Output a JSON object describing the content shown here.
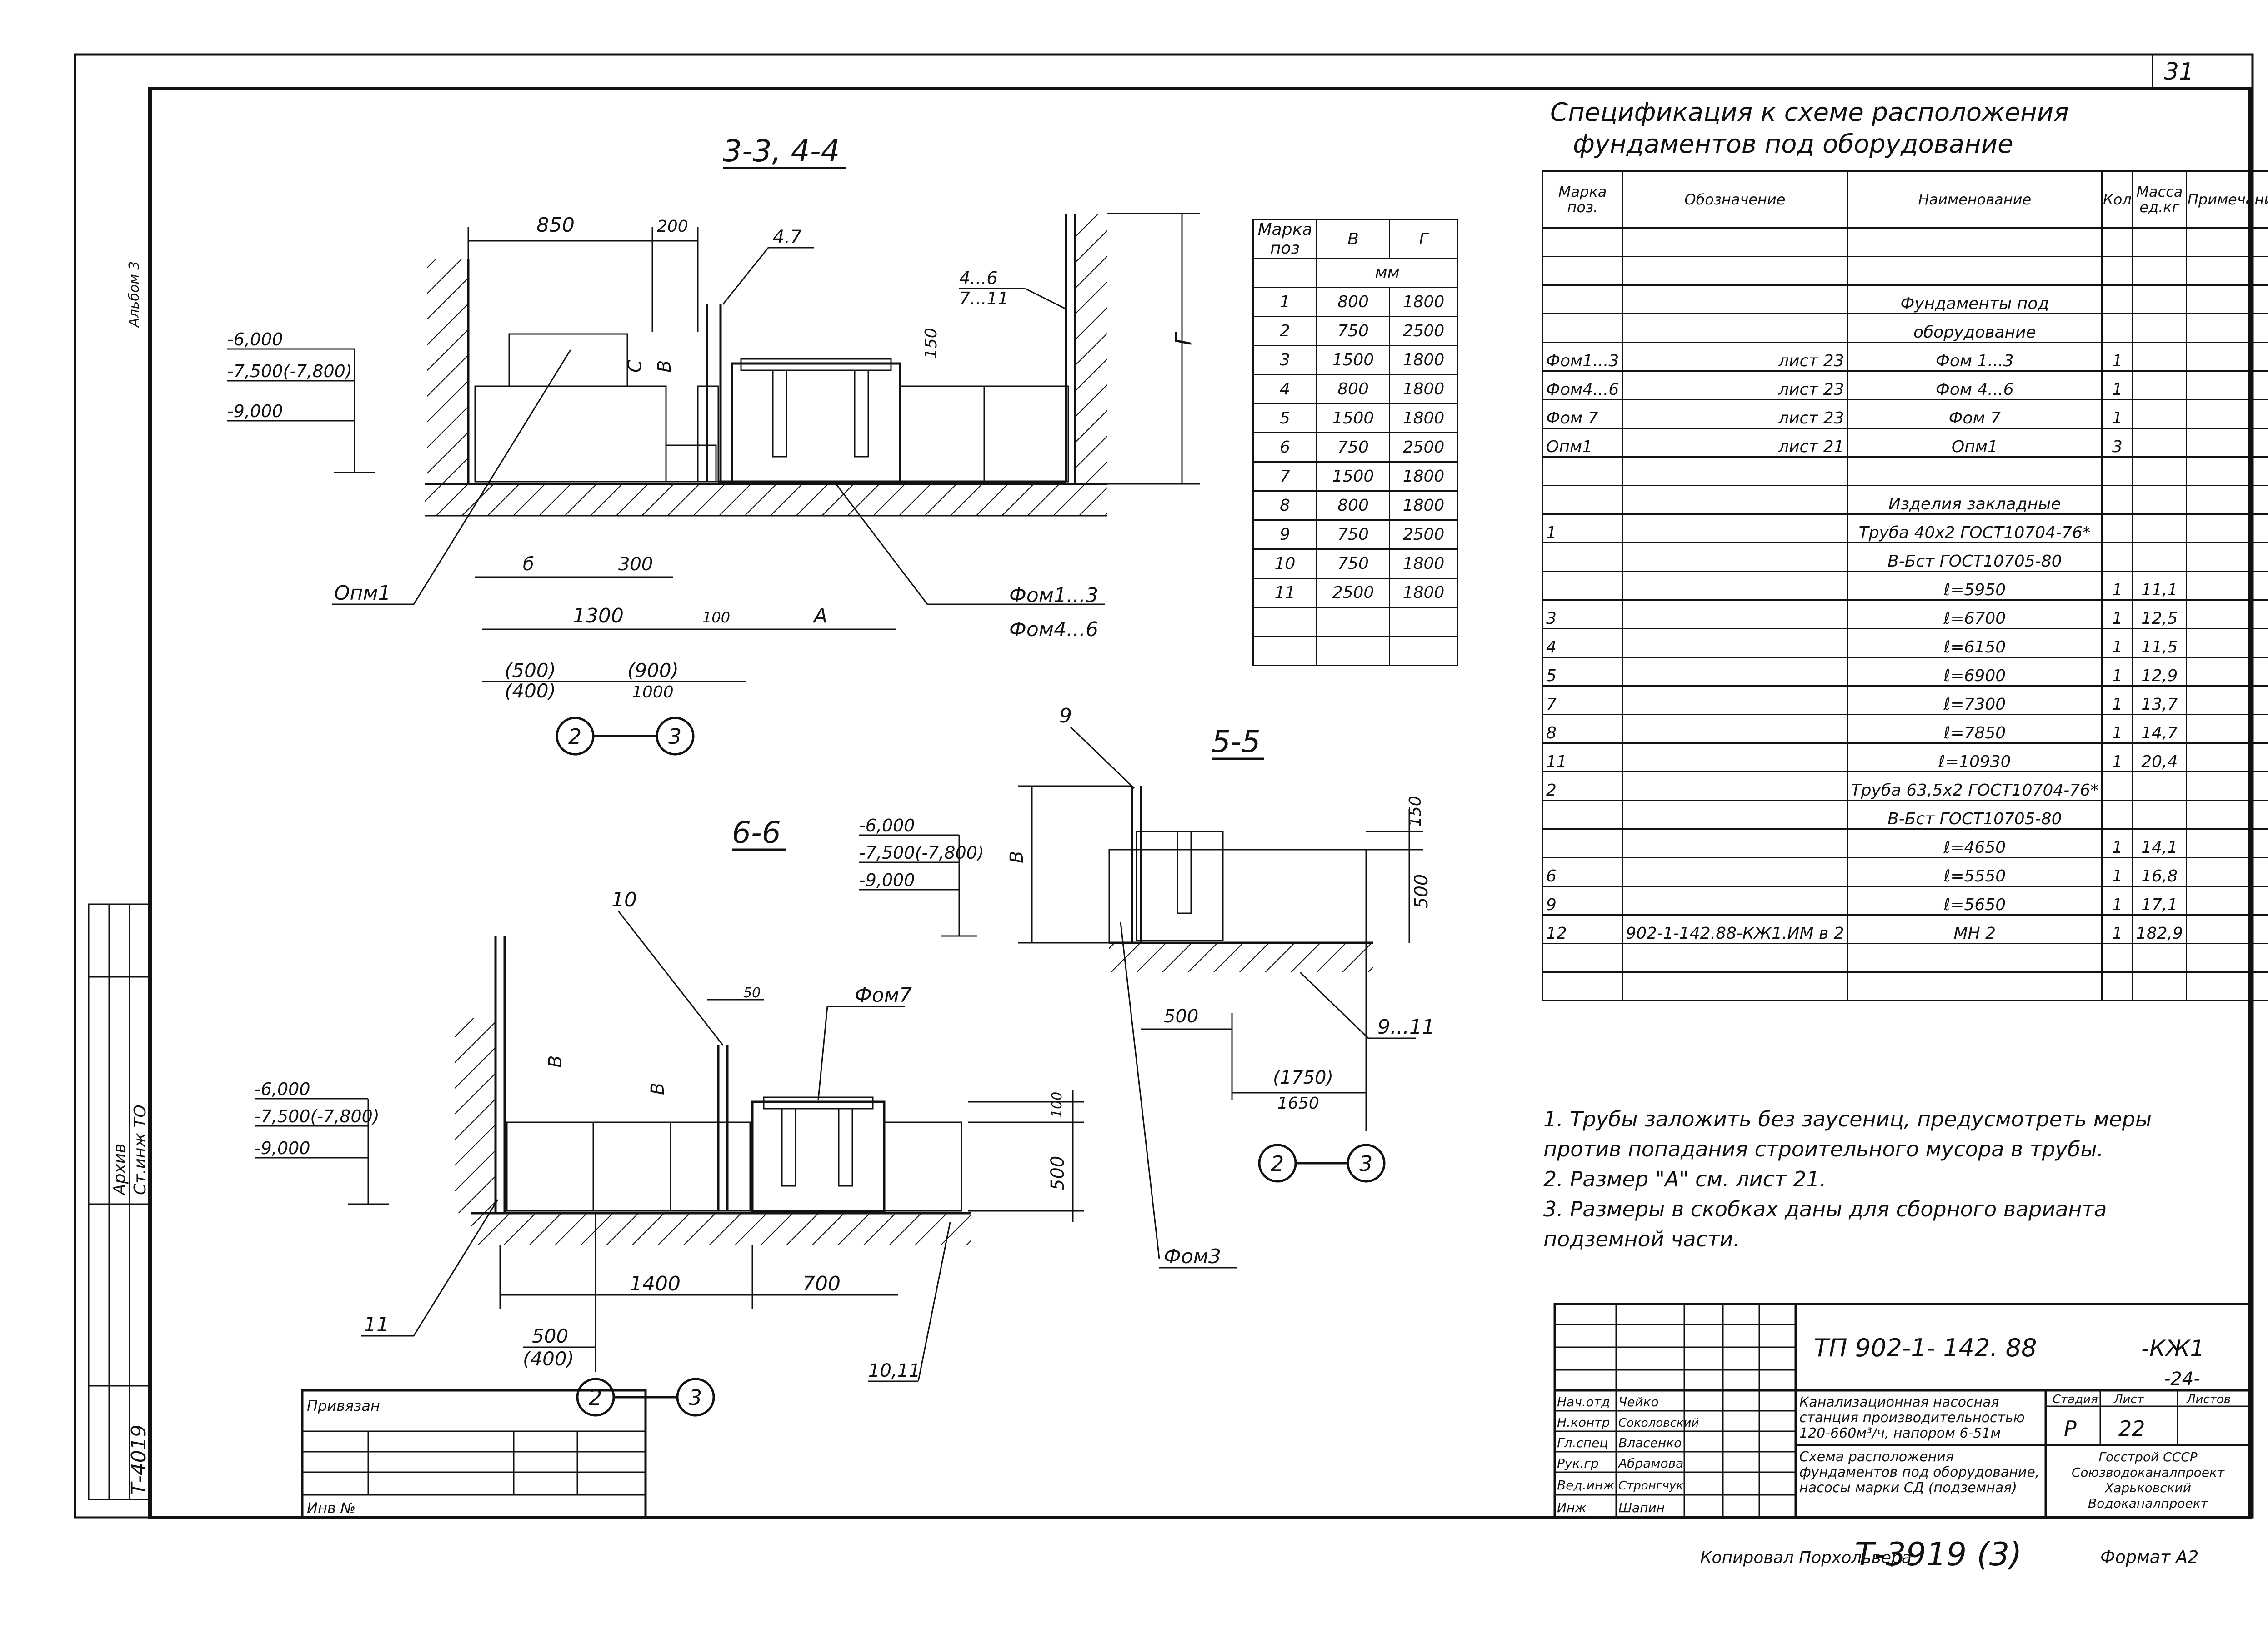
{
  "sheet_number": "31",
  "album_label": "Альбом 3",
  "sections": {
    "s3_4": "3-3, 4-4",
    "s5_5": "5-5",
    "s6_6": "6-6"
  },
  "dim_labels": {
    "d850": "850",
    "d200": "200",
    "d4_7": "4.7",
    "d4_6": "4...6",
    "d7_11": "7...11",
    "d150": "150",
    "lvl1": "-6,000",
    "lvl2": "-7,500(-7,800)",
    "lvl3": "-9,000",
    "lvl3b": "-9,000",
    "c": "С",
    "b": "В",
    "g": "Г",
    "opm1": "Опм1",
    "d6": "б",
    "d300": "300",
    "d1300": "1300",
    "d100": "100",
    "a": "А",
    "d500p": "(500)",
    "d400p": "(400)",
    "d900p": "(900)",
    "d1000": "1000",
    "c2": "2",
    "c3": "3",
    "fom13": "Фом1...3",
    "fom46": "Фом4...6",
    "n9": "9",
    "n10": "10",
    "d50": "50",
    "fom7": "Фом7",
    "d500": "500",
    "d1750": "(1750)",
    "d1650": "1650",
    "n911": "9...11",
    "fom3": "Фом3",
    "d1400": "1400",
    "d700": "700",
    "d100b": "100",
    "n11": "11",
    "n1011": "10,11"
  },
  "mark_table": {
    "headers": [
      "Марка поз",
      "В",
      "Г"
    ],
    "unit": "мм",
    "rows": [
      [
        "1",
        "800",
        "1800"
      ],
      [
        "2",
        "750",
        "2500"
      ],
      [
        "3",
        "1500",
        "1800"
      ],
      [
        "4",
        "800",
        "1800"
      ],
      [
        "5",
        "1500",
        "1800"
      ],
      [
        "6",
        "750",
        "2500"
      ],
      [
        "7",
        "1500",
        "1800"
      ],
      [
        "8",
        "800",
        "1800"
      ],
      [
        "9",
        "750",
        "2500"
      ],
      [
        "10",
        "750",
        "1800"
      ],
      [
        "11",
        "2500",
        "1800"
      ]
    ]
  },
  "spec": {
    "title_line1": "Спецификация к схеме расположения",
    "title_line2": "фундаментов под оборудование",
    "headers": [
      "Марка поз.",
      "Обозначение",
      "Наименование",
      "Кол",
      "Масса ед.кг",
      "Примечание"
    ],
    "rows": [
      [
        "",
        "",
        "",
        "",
        "",
        ""
      ],
      [
        "",
        "",
        "",
        "",
        "",
        ""
      ],
      [
        "",
        "",
        "Фундаменты под",
        "",
        "",
        ""
      ],
      [
        "",
        "",
        "оборудование",
        "",
        "",
        ""
      ],
      [
        "Фом1...3",
        "лист 23",
        "Фом 1...3",
        "1",
        "",
        ""
      ],
      [
        "Фом4...6",
        "лист 23",
        "Фом 4...6",
        "1",
        "",
        ""
      ],
      [
        "Фом 7",
        "лист 23",
        "Фом 7",
        "1",
        "",
        ""
      ],
      [
        "Опм1",
        "лист 21",
        "Опм1",
        "3",
        "",
        ""
      ],
      [
        "",
        "",
        "",
        "",
        "",
        ""
      ],
      [
        "",
        "",
        "Изделия закладные",
        "",
        "",
        ""
      ],
      [
        "1",
        "",
        "Труба 40х2 ГОСТ10704-76*",
        "",
        "",
        ""
      ],
      [
        "",
        "",
        "В-Бст ГОСТ10705-80",
        "",
        "",
        ""
      ],
      [
        "",
        "",
        "ℓ=5950",
        "1",
        "11,1",
        ""
      ],
      [
        "3",
        "",
        "ℓ=6700",
        "1",
        "12,5",
        ""
      ],
      [
        "4",
        "",
        "ℓ=6150",
        "1",
        "11,5",
        ""
      ],
      [
        "5",
        "",
        "ℓ=6900",
        "1",
        "12,9",
        ""
      ],
      [
        "7",
        "",
        "ℓ=7300",
        "1",
        "13,7",
        ""
      ],
      [
        "8",
        "",
        "ℓ=7850",
        "1",
        "14,7",
        ""
      ],
      [
        "11",
        "",
        "ℓ=10930",
        "1",
        "20,4",
        ""
      ],
      [
        "2",
        "",
        "Труба 63,5х2 ГОСТ10704-76*",
        "",
        "",
        ""
      ],
      [
        "",
        "",
        "В-Бст ГОСТ10705-80",
        "",
        "",
        ""
      ],
      [
        "",
        "",
        "ℓ=4650",
        "1",
        "14,1",
        ""
      ],
      [
        "6",
        "",
        "ℓ=5550",
        "1",
        "16,8",
        ""
      ],
      [
        "9",
        "",
        "ℓ=5650",
        "1",
        "17,1",
        ""
      ],
      [
        "12",
        "902-1-142.88-КЖ1.ИМ в 2",
        "МН 2",
        "1",
        "182,9",
        ""
      ],
      [
        "",
        "",
        "",
        "",
        "",
        ""
      ],
      [
        "",
        "",
        "",
        "",
        "",
        ""
      ]
    ]
  },
  "notes": [
    "1. Трубы заложить без заусениц, предусмотреть меры",
    "против попадания строительного мусора в трубы.",
    "2. Размер \"А\" см. лист 21.",
    "3. Размеры в скобках даны для сборного варианта",
    "подземной части."
  ],
  "title_block": {
    "code": "ТП 902-1- 142. 88",
    "suffix": "-КЖ1",
    "sheet_mark": "-24-",
    "privyazan": "Привязан",
    "inv": "Инв №",
    "roles": [
      "Нач.отд",
      "Н.контр",
      "Гл.спец",
      "Рук.гр",
      "Вед.инж",
      "Инж"
    ],
    "names": [
      "Чейко",
      "Соколовский",
      "Власенко",
      "Абрамова",
      "Стронгчук",
      "Шапин"
    ],
    "desc1": "Канализационная насосная станция производительностью 120-660м³/ч, напором 6-51м",
    "desc2": "Схема расположения фундаментов под оборудование, насосы марки СД (подземная)",
    "stage_h": "Стадия",
    "sheet_h": "Лист",
    "sheets_h": "Листов",
    "stage": "Р",
    "sheet": "22",
    "org": "Госстрой СССР Союзводоканалпроект Харьковский Водоканалпроект",
    "copied": "Копировал Порхольвера",
    "archive": "Т-3919 (3)",
    "format": "Формат А2"
  },
  "left_strip": [
    "Т-4019",
    "Ст.инж ТО",
    "Архив"
  ]
}
